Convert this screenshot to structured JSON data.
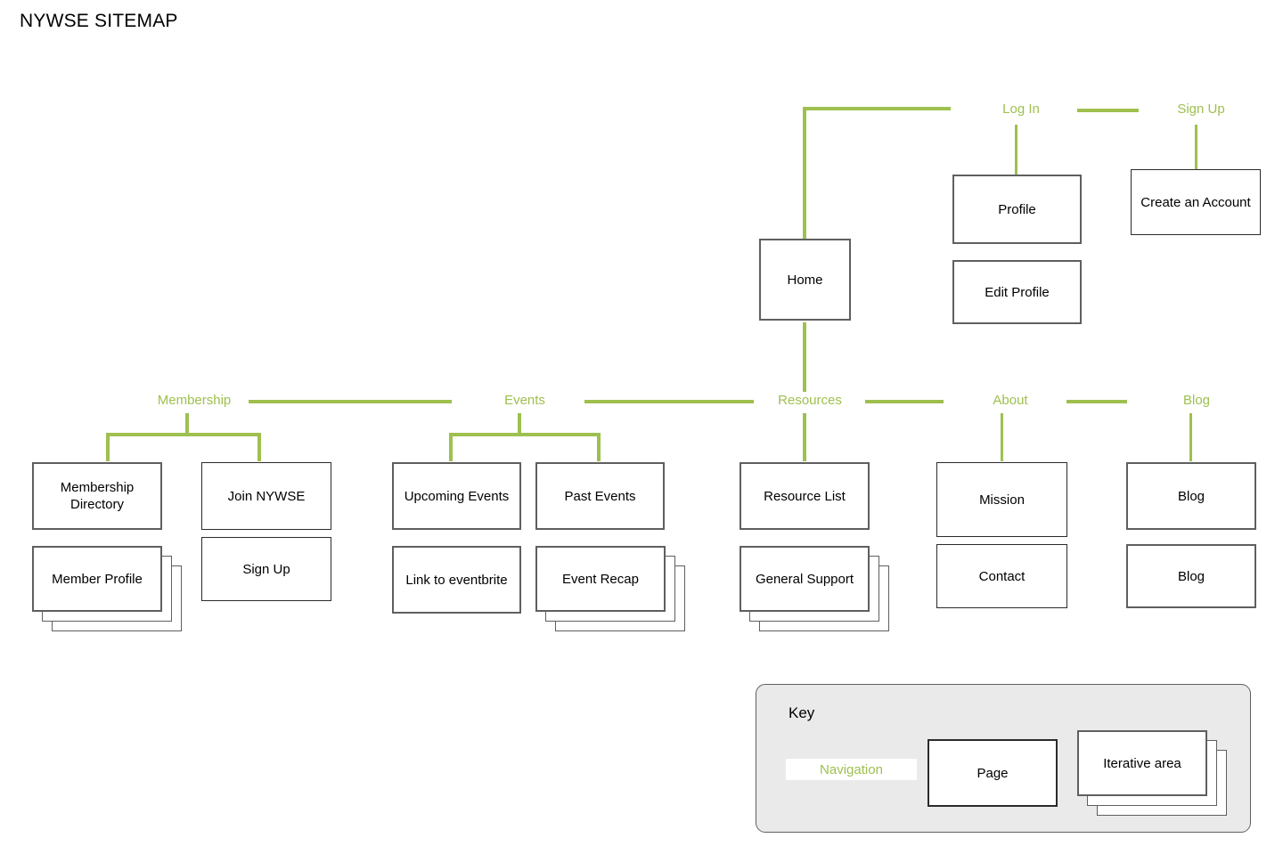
{
  "document": {
    "title": "NYWSE SITEMAP"
  },
  "colors": {
    "navigation_green": "#9ec04f",
    "page_border": "#5f5f5f",
    "key_background": "#eaeaea",
    "text": "#000000"
  },
  "root": {
    "home_label": "Home"
  },
  "account_section": {
    "log_in": {
      "nav_label": "Log In",
      "pages": [
        {
          "label": "Profile"
        },
        {
          "label": "Edit Profile"
        }
      ]
    },
    "sign_up": {
      "nav_label": "Sign Up",
      "pages": [
        {
          "label": "Create an Account"
        }
      ]
    }
  },
  "main_nav": [
    {
      "nav_label": "Membership",
      "children": [
        {
          "label": "Membership Directory",
          "type": "page"
        },
        {
          "label": "Join NYWSE",
          "type": "page"
        },
        {
          "label": "Member Profile",
          "type": "iterative"
        },
        {
          "label": "Sign Up",
          "type": "page"
        }
      ]
    },
    {
      "nav_label": "Events",
      "children": [
        {
          "label": "Upcoming Events",
          "type": "page"
        },
        {
          "label": "Past Events",
          "type": "page"
        },
        {
          "label": "Link to eventbrite",
          "type": "page"
        },
        {
          "label": "Event Recap",
          "type": "iterative"
        }
      ]
    },
    {
      "nav_label": "Resources",
      "children": [
        {
          "label": "Resource List",
          "type": "page"
        },
        {
          "label": "General Support",
          "type": "iterative"
        }
      ]
    },
    {
      "nav_label": "About",
      "children": [
        {
          "label": "Mission",
          "type": "page"
        },
        {
          "label": "Contact",
          "type": "page"
        }
      ]
    },
    {
      "nav_label": "Blog",
      "children": [
        {
          "label": "Blog",
          "type": "page"
        },
        {
          "label": "Blog",
          "type": "page"
        }
      ]
    }
  ],
  "key": {
    "title": "Key",
    "navigation_label": "Navigation",
    "page_label": "Page",
    "iterative_label": "Iterative area"
  }
}
